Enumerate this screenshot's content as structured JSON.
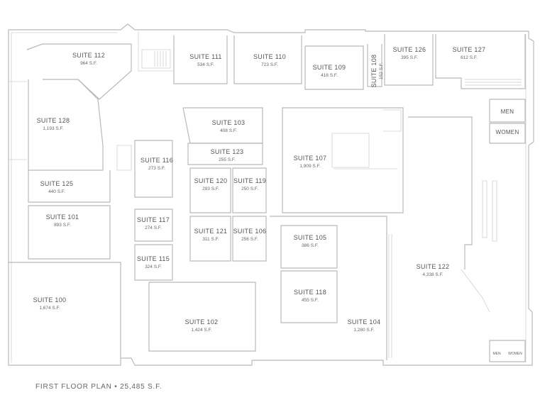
{
  "plan_title": "FIRST FLOOR PLAN • 25,485 S.F.",
  "rooms": {
    "s112": {
      "name": "SUITE 112",
      "area": "964 S.F."
    },
    "s111": {
      "name": "SUITE 111",
      "area": "534 S.F."
    },
    "s110": {
      "name": "SUITE 110",
      "area": "723 S.F."
    },
    "s109": {
      "name": "SUITE 109",
      "area": "418 S.F."
    },
    "s108": {
      "name": "SUITE 108",
      "area": "152 S.F."
    },
    "s126": {
      "name": "SUITE 126",
      "area": "395 S.F."
    },
    "s127": {
      "name": "SUITE 127",
      "area": "612 S.F."
    },
    "s128": {
      "name": "SUITE 128",
      "area": "1,193 S.F."
    },
    "s103": {
      "name": "SUITE 103",
      "area": "408 S.F."
    },
    "s123": {
      "name": "SUITE 123",
      "area": "255 S.F."
    },
    "s116": {
      "name": "SUITE 116",
      "area": "273 S.F."
    },
    "s120": {
      "name": "SUITE 120",
      "area": "293 S.F."
    },
    "s119": {
      "name": "SUITE 119",
      "area": "250 S.F."
    },
    "s107": {
      "name": "SUITE 107",
      "area": "1,909 S.F."
    },
    "s125": {
      "name": "SUITE 125",
      "area": "440 S.F."
    },
    "s101": {
      "name": "SUITE 101",
      "area": "893 S.F."
    },
    "s117": {
      "name": "SUITE 117",
      "area": "274 S.F."
    },
    "s121": {
      "name": "SUITE 121",
      "area": "311 S.F."
    },
    "s106": {
      "name": "SUITE 106",
      "area": "256 S.F."
    },
    "s105": {
      "name": "SUITE 105",
      "area": "386 S.F."
    },
    "s115": {
      "name": "SUITE 115",
      "area": "324 S.F."
    },
    "s122": {
      "name": "SUITE 122",
      "area": "4,338 S.F."
    },
    "s118": {
      "name": "SUITE 118",
      "area": "455 S.F."
    },
    "s100": {
      "name": "SUITE 100",
      "area": "1,674 S.F."
    },
    "s102": {
      "name": "SUITE 102",
      "area": "1,424 S.F."
    },
    "s104": {
      "name": "SUITE 104",
      "area": "1,280 S.F."
    }
  },
  "restrooms": {
    "men_upper": "MEN",
    "women_upper": "WOMEN",
    "men_lower": "MEN",
    "women_lower": "WOMEN"
  }
}
